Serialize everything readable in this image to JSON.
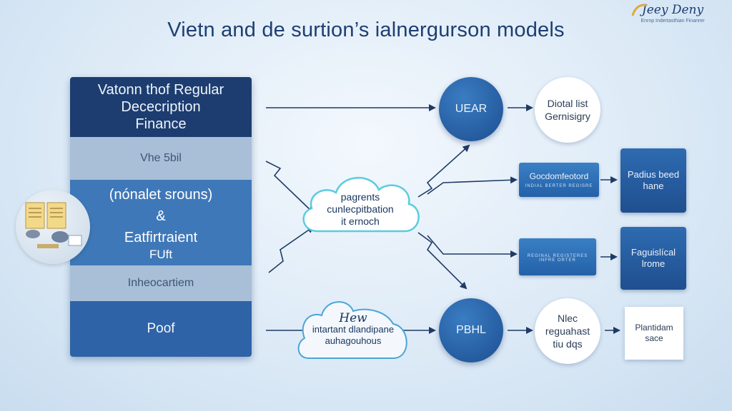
{
  "title": "Vietn and de surtion’s ialnergurson models",
  "logo": {
    "text": "Jeey Deny",
    "subtext": "Enrnp Indertasthian Finanrer"
  },
  "left_column": {
    "header": [
      "Vatonn thof Regular",
      "Dececription",
      "Finance"
    ],
    "light_label_1": "Vhe 5bil",
    "mid": [
      "(nónalet srouns)",
      "&",
      "Eatfirtraient",
      "FUft"
    ],
    "light_label_2": "Inheocartiem",
    "bottom": "Poof"
  },
  "center_cloud": [
    "pagrents",
    "cunlecpitbation",
    "it ernoch"
  ],
  "bottom_cloud": {
    "title": "Hew",
    "lines": [
      "intartant dlandipane",
      "auhagouhous"
    ]
  },
  "circles": {
    "top": "UEAR",
    "bottom": "PBHL"
  },
  "top_white_circle": [
    "Diotal list",
    "Gernisigry"
  ],
  "bottom_white_circle": [
    "Nlec",
    "reguahast",
    "tiu dqs"
  ],
  "mid_boxes": {
    "upper": {
      "label": "Gocdomfeotord",
      "fine": "INDIAL BERTER REGISRE"
    },
    "lower": {
      "label": "",
      "fine": "REGINAL REGISTERES INFRE ORTER"
    }
  },
  "right_boxes": {
    "upper": [
      "Padius beed",
      "hane"
    ],
    "middle": [
      "Faguislícal",
      "lrome"
    ],
    "bottom": [
      "Plantidam",
      "sace"
    ]
  },
  "colors": {
    "navy": "#1d3d70",
    "mid_blue": "#3f78b8",
    "arrow": "#1f3a66",
    "light_band": "#a8bfd7"
  }
}
